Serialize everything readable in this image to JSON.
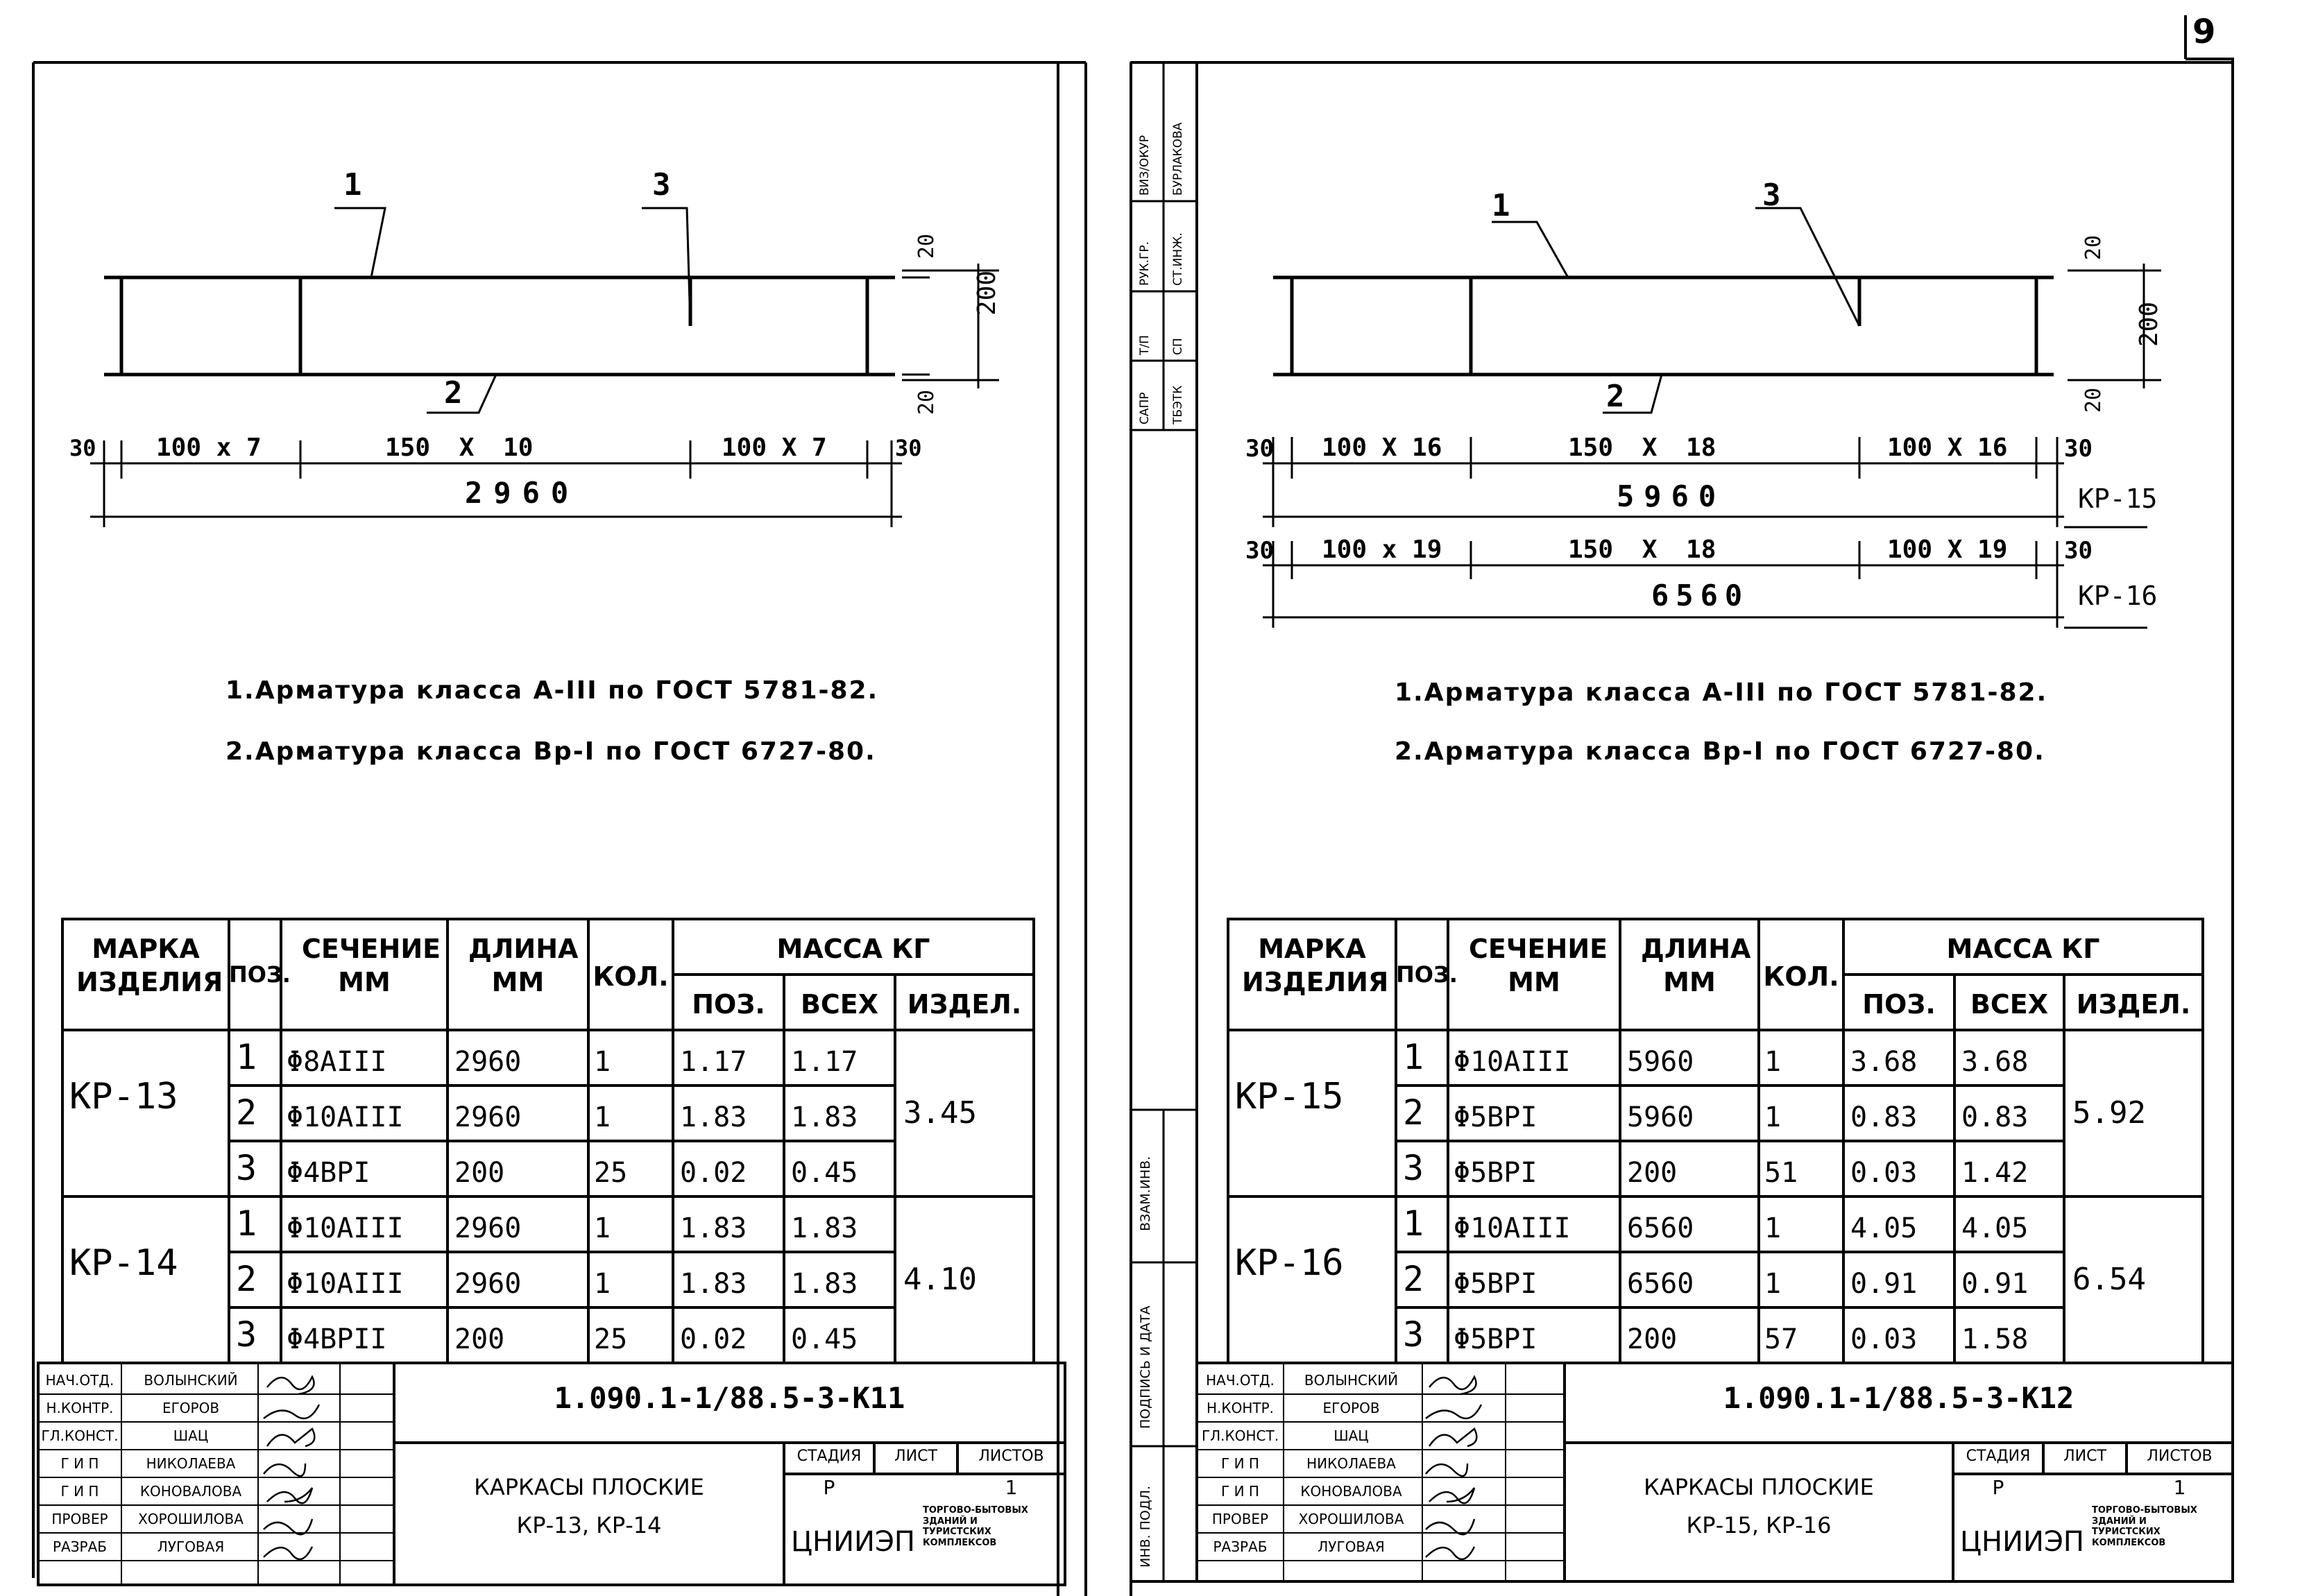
{
  "page_number": "9",
  "side_stamp": {
    "roles": [
      "САПР",
      "Т/П",
      "РУК.ГР.",
      "ВИЗ/ОКУР"
    ],
    "names": [
      "ТБЭТК",
      "СП",
      "СТ.ИНЖ.",
      "БУРЛАКОВА"
    ]
  },
  "left_margin_labels": [
    "ВЗАМ.ИНВ.",
    "ПОДПИСЬ И ДАТА",
    "ИНВ. ПОДЛ."
  ],
  "sheets": [
    {
      "drawing": {
        "callouts": [
          "1",
          "3",
          "2"
        ],
        "dims_vertical": [
          "20",
          "200",
          "20"
        ],
        "rows": [
          {
            "end_left": "30",
            "seg1": "100 x 7",
            "seg2": "150 X 10",
            "seg3": "100 X 7",
            "end_right": "30",
            "total": "2960",
            "mark": ""
          }
        ]
      },
      "notes": [
        "1.Арматура класса А-III по ГОСТ 5781-82.",
        "2.Арматура класса Вр-I по ГОСТ 6727-80."
      ],
      "table": {
        "headers": {
          "mark": "МАРКА ИЗДЕЛИЯ",
          "pos": "ПОЗ.",
          "section": "СЕЧЕНИЕ ММ",
          "length": "ДЛИНА ММ",
          "qty": "КОЛ.",
          "mass": "МАССА КГ",
          "mass_pos": "ПОЗ.",
          "mass_all": "ВСЕХ",
          "mass_item": "ИЗДЕЛ."
        },
        "groups": [
          {
            "mark": "КР-13",
            "item_mass": "3.45",
            "rows": [
              {
                "pos": "1",
                "section": "Φ8AIII",
                "length": "2960",
                "qty": "1",
                "m_pos": "1.17",
                "m_all": "1.17"
              },
              {
                "pos": "2",
                "section": "Φ10AIII",
                "length": "2960",
                "qty": "1",
                "m_pos": "1.83",
                "m_all": "1.83"
              },
              {
                "pos": "3",
                "section": "Φ4BPI",
                "length": "200",
                "qty": "25",
                "m_pos": "0.02",
                "m_all": "0.45"
              }
            ]
          },
          {
            "mark": "КР-14",
            "item_mass": "4.10",
            "rows": [
              {
                "pos": "1",
                "section": "Φ10AIII",
                "length": "2960",
                "qty": "1",
                "m_pos": "1.83",
                "m_all": "1.83"
              },
              {
                "pos": "2",
                "section": "Φ10AIII",
                "length": "2960",
                "qty": "1",
                "m_pos": "1.83",
                "m_all": "1.83"
              },
              {
                "pos": "3",
                "section": "Φ4BPII",
                "length": "200",
                "qty": "25",
                "m_pos": "0.02",
                "m_all": "0.45"
              }
            ]
          }
        ]
      },
      "title_block": {
        "doc_code": "1.090.1-1/88.5-3-К11",
        "staff": [
          {
            "role": "НАЧ.ОТД.",
            "name": "ВОЛЫНСКИЙ"
          },
          {
            "role": "Н.КОНТР.",
            "name": "ЕГОРОВ"
          },
          {
            "role": "ГЛ.КОНСТ.",
            "name": "ШАЦ"
          },
          {
            "role": "Г И П",
            "name": "НИКОЛАЕВА"
          },
          {
            "role": "Г И П",
            "name": "КОНОВАЛОВА"
          },
          {
            "role": "ПРОВЕР",
            "name": "ХОРОШИЛОВА"
          },
          {
            "role": "РАЗРАБ",
            "name": "ЛУГОВАЯ"
          }
        ],
        "title_line1": "КАРКАСЫ ПЛОСКИЕ",
        "title_line2": "КР-13, КР-14",
        "stage_label": "СТАДИЯ",
        "sheet_label": "ЛИСТ",
        "sheets_label": "ЛИСТОВ",
        "stage": "Р",
        "sheet": "",
        "sheets": "1",
        "org": "ЦНИИЭП",
        "org_note": "ТОРГОВО-БЫТОВЫХ ЗДАНИЙ И ТУРИСТСКИХ КОМПЛЕКСОВ"
      }
    },
    {
      "drawing": {
        "callouts": [
          "1",
          "3",
          "2"
        ],
        "dims_vertical": [
          "20",
          "200",
          "20"
        ],
        "rows": [
          {
            "end_left": "30",
            "seg1": "100 X 16",
            "seg2": "150 X 18",
            "seg3": "100 X 16",
            "end_right": "30",
            "total": "5960",
            "mark": "КР-15"
          },
          {
            "end_left": "30",
            "seg1": "100 x 19",
            "seg2": "150 X 18",
            "seg3": "100 X 19",
            "end_right": "30",
            "total": "6560",
            "mark": "КР-16"
          }
        ]
      },
      "notes": [
        "1.Арматура класса А-III по ГОСТ 5781-82.",
        "2.Арматура класса Вр-I по ГОСТ 6727-80."
      ],
      "table": {
        "headers": {
          "mark": "МАРКА ИЗДЕЛИЯ",
          "pos": "ПОЗ.",
          "section": "СЕЧЕНИЕ ММ",
          "length": "ДЛИНА ММ",
          "qty": "КОЛ.",
          "mass": "МАССА КГ",
          "mass_pos": "ПОЗ.",
          "mass_all": "ВСЕХ",
          "mass_item": "ИЗДЕЛ."
        },
        "groups": [
          {
            "mark": "КР-15",
            "item_mass": "5.92",
            "rows": [
              {
                "pos": "1",
                "section": "Φ10AIII",
                "length": "5960",
                "qty": "1",
                "m_pos": "3.68",
                "m_all": "3.68"
              },
              {
                "pos": "2",
                "section": "Φ5BPI",
                "length": "5960",
                "qty": "1",
                "m_pos": "0.83",
                "m_all": "0.83"
              },
              {
                "pos": "3",
                "section": "Φ5BPI",
                "length": "200",
                "qty": "51",
                "m_pos": "0.03",
                "m_all": "1.42"
              }
            ]
          },
          {
            "mark": "КР-16",
            "item_mass": "6.54",
            "rows": [
              {
                "pos": "1",
                "section": "Φ10AIII",
                "length": "6560",
                "qty": "1",
                "m_pos": "4.05",
                "m_all": "4.05"
              },
              {
                "pos": "2",
                "section": "Φ5BPI",
                "length": "6560",
                "qty": "1",
                "m_pos": "0.91",
                "m_all": "0.91"
              },
              {
                "pos": "3",
                "section": "Φ5BPI",
                "length": "200",
                "qty": "57",
                "m_pos": "0.03",
                "m_all": "1.58"
              }
            ]
          }
        ]
      },
      "title_block": {
        "doc_code": "1.090.1-1/88.5-3-К12",
        "staff": [
          {
            "role": "НАЧ.ОТД.",
            "name": "ВОЛЫНСКИЙ"
          },
          {
            "role": "Н.КОНТР.",
            "name": "ЕГОРОВ"
          },
          {
            "role": "ГЛ.КОНСТ.",
            "name": "ШАЦ"
          },
          {
            "role": "Г И П",
            "name": "НИКОЛАЕВА"
          },
          {
            "role": "Г И П",
            "name": "КОНОВАЛОВА"
          },
          {
            "role": "ПРОВЕР",
            "name": "ХОРОШИЛОВА"
          },
          {
            "role": "РАЗРАБ",
            "name": "ЛУГОВАЯ"
          }
        ],
        "title_line1": "КАРКАСЫ ПЛОСКИЕ",
        "title_line2": "КР-15, КР-16",
        "stage_label": "СТАДИЯ",
        "sheet_label": "ЛИСТ",
        "sheets_label": "ЛИСТОВ",
        "stage": "Р",
        "sheet": "",
        "sheets": "1",
        "org": "ЦНИИЭП",
        "org_note": "ТОРГОВО-БЫТОВЫХ ЗДАНИЙ И ТУРИСТСКИХ КОМПЛЕКСОВ"
      }
    }
  ]
}
